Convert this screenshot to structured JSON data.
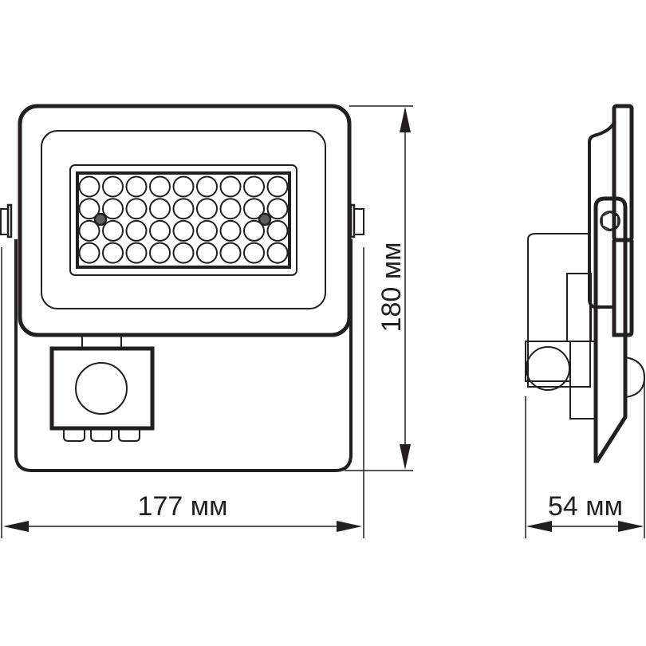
{
  "dimensions": {
    "width": "177 мм",
    "height": "180 мм",
    "depth": "54 мм"
  },
  "colors": {
    "line": "#231f20",
    "screw": "#5a5f66"
  },
  "led_grid": {
    "rows": 4,
    "cols": 9
  }
}
